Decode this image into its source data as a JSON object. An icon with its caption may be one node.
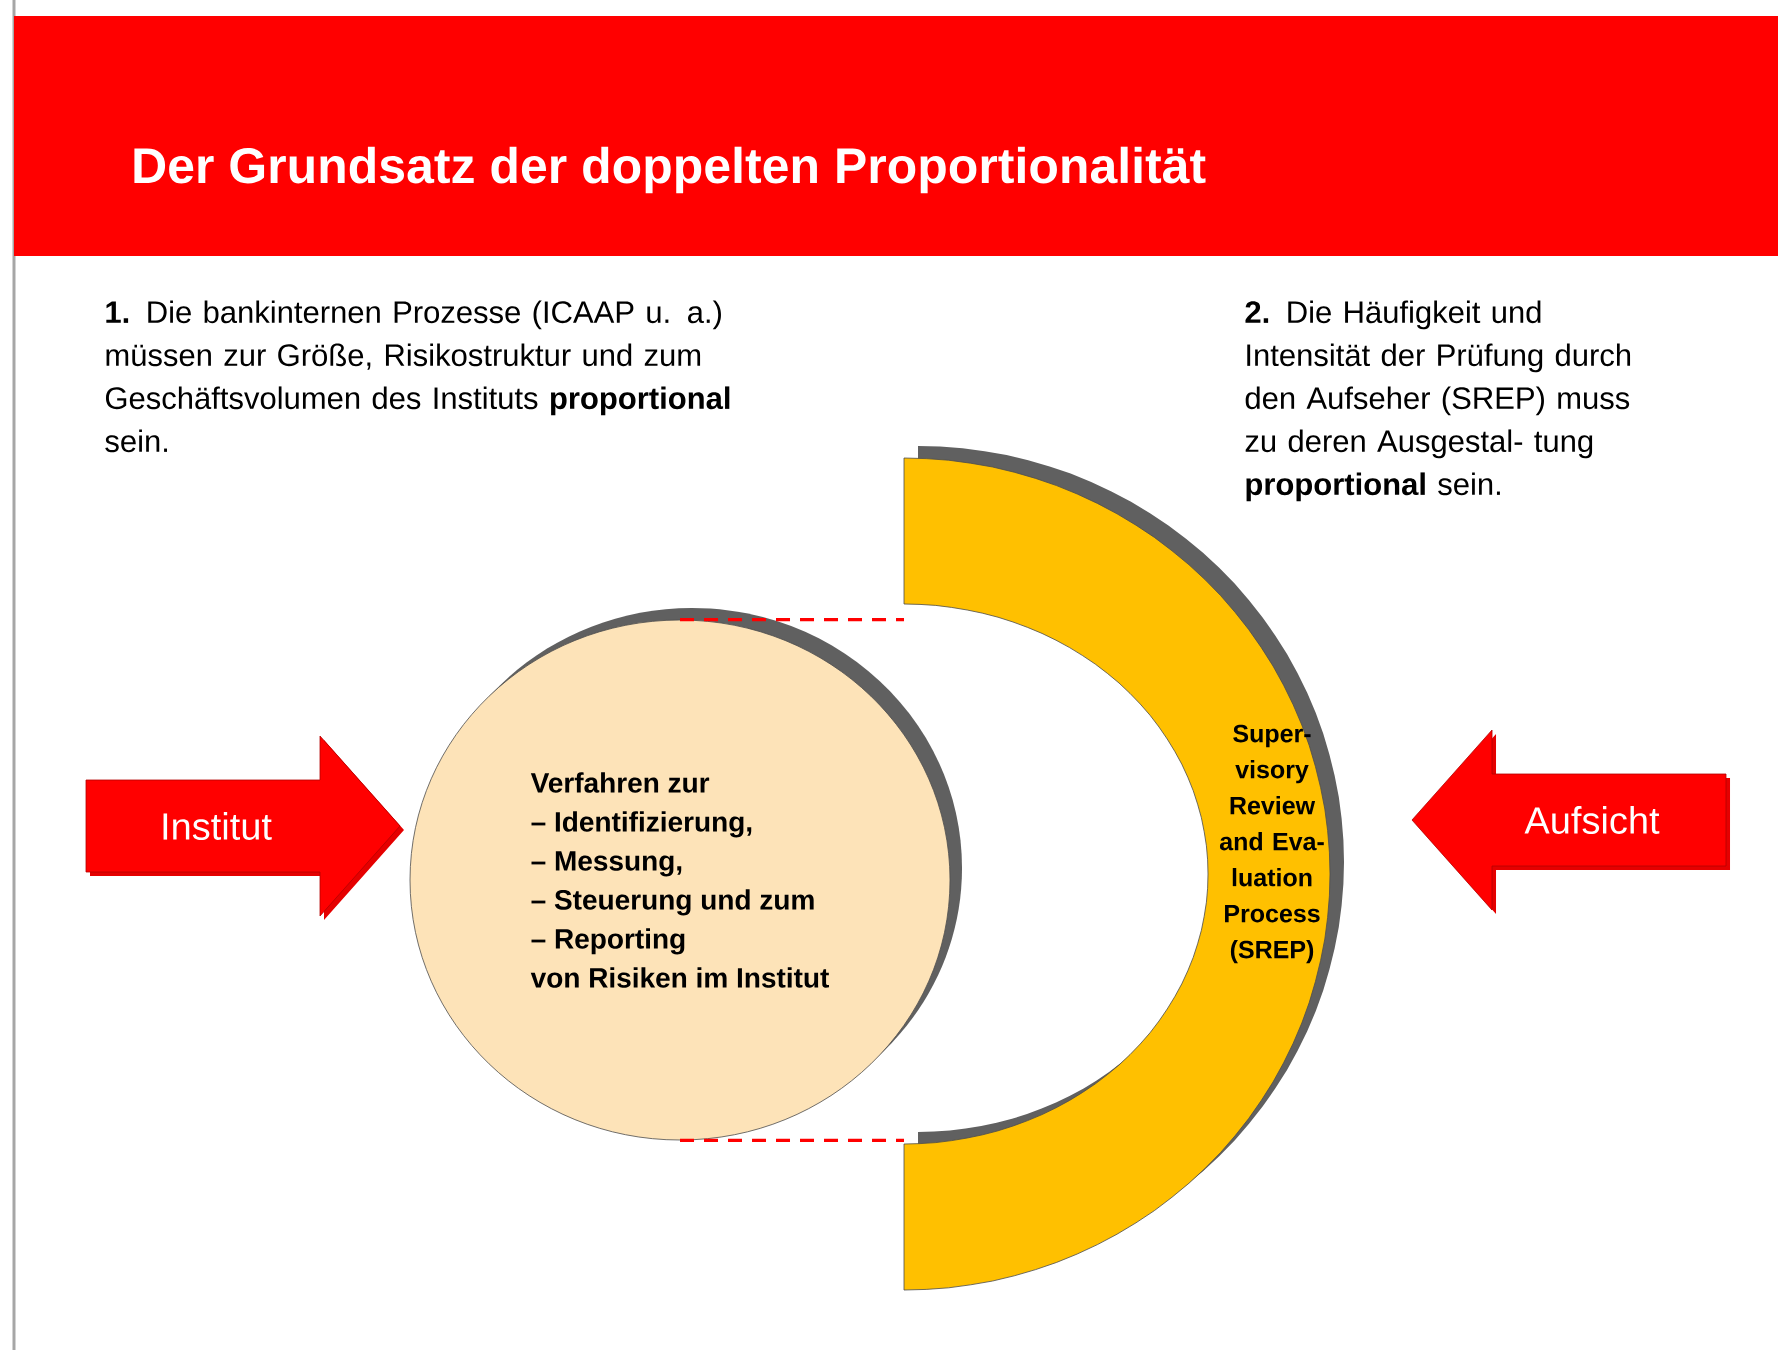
{
  "diagram": {
    "title": "Der Grundsatz der doppelten Proportionalität",
    "nodes": [
      {
        "text": [
          "Institut"
        ]
      },
      {
        "text": [
          "Verfahren zur",
          "– Identifizierung,",
          "– Messung,",
          "– Steuerung und zum",
          "– Reporting",
          "von Risiken im Institut"
        ]
      },
      {
        "text": [
          "Super- visory Review and Eva- luation Process (SREP)"
        ]
      },
      {
        "text": [
          "Aufsicht"
        ]
      }
    ],
    "edges": [
      {
        "from": 1,
        "to": 2,
        "arrow": "none",
        "style": "dashed",
        "color": "#ff0000"
      },
      {
        "from": 1,
        "to": 2,
        "arrow": "none",
        "style": "dashed",
        "color": "#ff0000"
      }
    ],
    "labels": [
      "**1.** Die bankinternen Prozesse (ICAAP u. a.) müssen zur Größe, Risikostruktur und zum Geschäftsvolumen des Instituts **proportional** sein.",
      "**2.** Die Häufigkeit und Intensität der Prüfung durch den Aufseher (SREP) muss zu deren Ausgestal- tung **proportional** sein."
    ]
  }
}
